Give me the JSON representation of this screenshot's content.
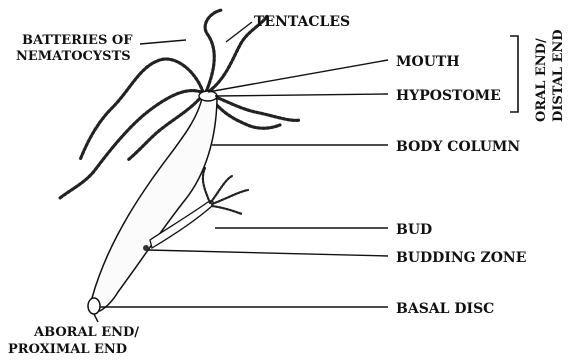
{
  "figure": {
    "labels": {
      "tentacles": "TENTACLES",
      "batteries_line1": "BATTERIES OF",
      "batteries_line2": "NEMATOCYSTS",
      "mouth": "MOUTH",
      "hypostome": "HYPOSTOME",
      "oral_end_line1": "ORAL END/",
      "oral_end_line2": "DISTAL END",
      "body_column": "BODY COLUMN",
      "bud": "BUD",
      "budding_zone": "BUDDING ZONE",
      "basal_disc": "BASAL DISC",
      "aboral_line1": "ABORAL END/",
      "aboral_line2": "PROXIMAL END"
    }
  }
}
